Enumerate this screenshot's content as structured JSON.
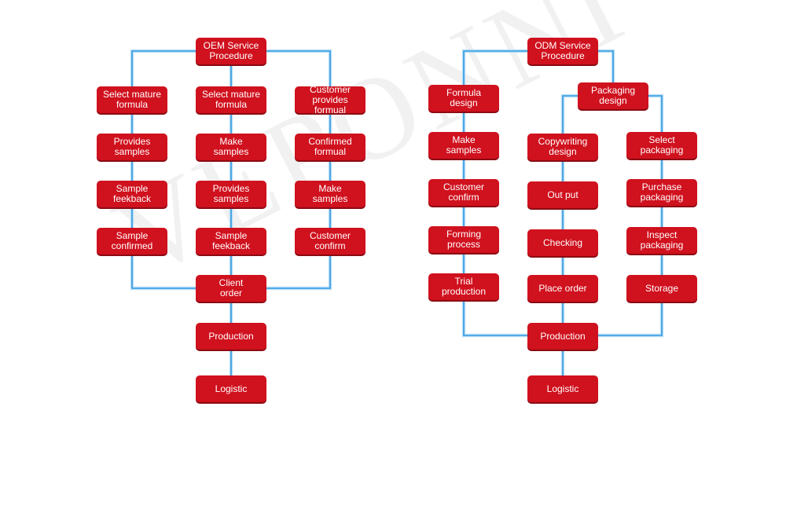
{
  "watermark": "VEPONNI",
  "oem": {
    "root": "OEM Service\nProcedure",
    "col1": [
      "Select mature\nformula",
      "Provides\nsamples",
      "Sample\nfeekback",
      "Sample\nconfirmed"
    ],
    "col2": [
      "Select mature\nformula",
      "Make\nsamples",
      "Provides\nsamples",
      "Sample\nfeekback"
    ],
    "col3": [
      "Customer\nprovides formual",
      "Confirmed\nformual",
      "Make\nsamples",
      "Customer\nconfirm"
    ],
    "client_order": "Client\norder",
    "production": "Production",
    "logistic": "Logistic"
  },
  "odm": {
    "root": "ODM Service\nProcedure",
    "packaging_design": "Packaging\ndesign",
    "col1": [
      "Formula\ndesign",
      "Make\nsamples",
      "Customer\nconfirm",
      "Forming\nprocess",
      "Trial\nproduction"
    ],
    "col2": [
      "Copywriting\ndesign",
      "Out put",
      "Checking",
      "Place order"
    ],
    "col3": [
      "Select\npackaging",
      "Purchase\npackaging",
      "Inspect\npackaging",
      "Storage"
    ],
    "production": "Production",
    "logistic": "Logistic"
  }
}
